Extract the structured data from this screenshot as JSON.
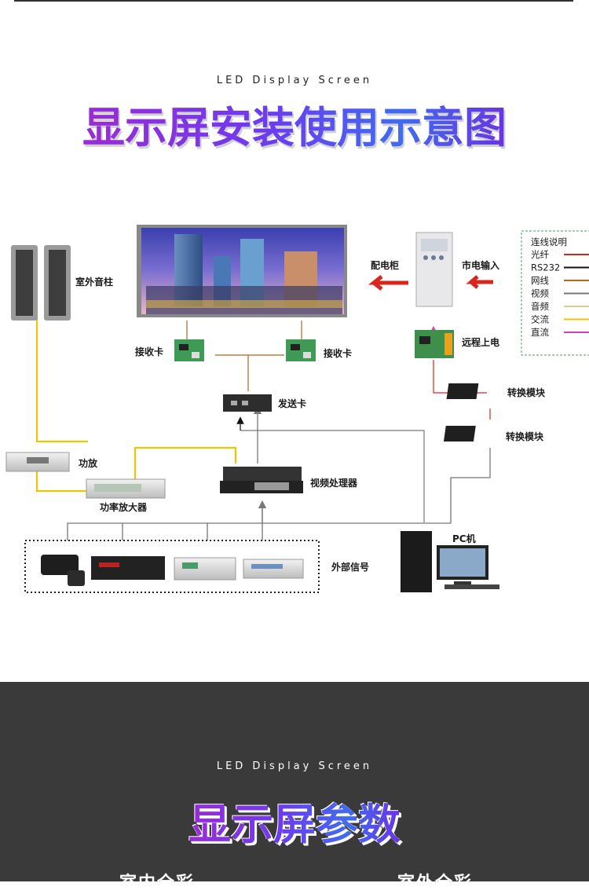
{
  "section1": {
    "subtitle": "LED Display Screen",
    "title": "显示屏安装使用示意图"
  },
  "diagram": {
    "labels": {
      "speaker": "室外音柱",
      "amp": "功放",
      "power_amp": "功率放大器",
      "receiver_left": "接收卡",
      "receiver_right": "接收卡",
      "sender": "发送卡",
      "video_processor": "视频处理器",
      "distribution_cabinet": "配电柜",
      "mains_input": "市电输入",
      "remote_power": "远程上电",
      "converter_1": "转换模块",
      "converter_2": "转换模块",
      "pc": "PC机",
      "external_signal": "外部信号"
    },
    "legend": {
      "title": "连线说明",
      "items": [
        {
          "name": "光纤",
          "color": "#d9261c"
        },
        {
          "name": "RS232",
          "color": "#111111"
        },
        {
          "name": "网线",
          "color": "#b5651d"
        },
        {
          "name": "视频",
          "color": "#777777"
        },
        {
          "name": "音频",
          "color": "#e8c98a"
        },
        {
          "name": "交流",
          "color": "#f2c300"
        },
        {
          "name": "直流",
          "color": "#d63fb8"
        }
      ]
    }
  },
  "section2": {
    "subtitle": "LED Display Screen",
    "title": "显示屏参数",
    "col_left": "室内全彩",
    "col_right": "室外全彩"
  }
}
